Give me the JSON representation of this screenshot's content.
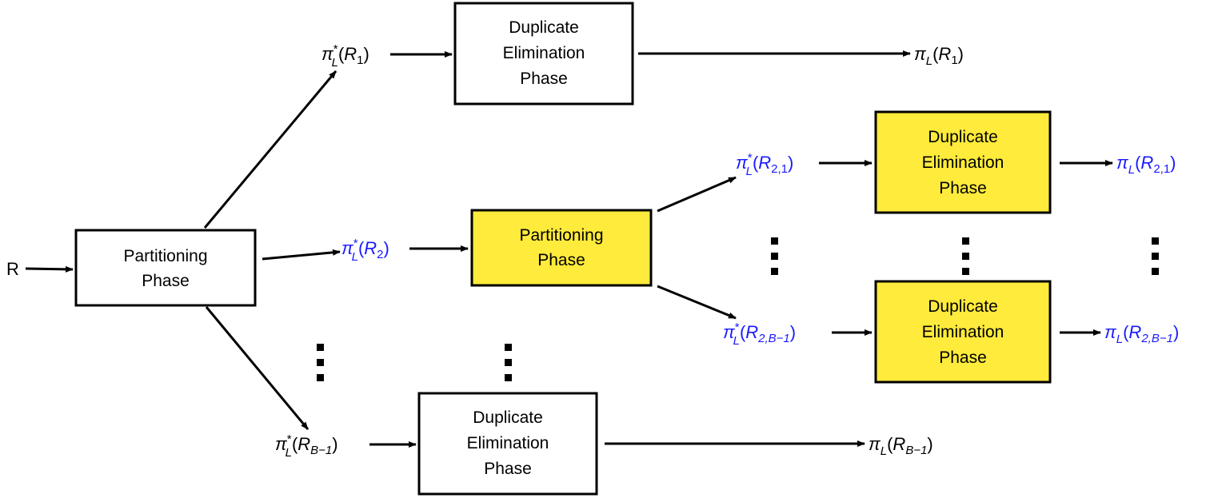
{
  "input_label": "R",
  "boxes": {
    "partition_root": [
      "Partitioning",
      "Phase"
    ],
    "dup_r1": [
      "Duplicate",
      "Elimination",
      "Phase"
    ],
    "partition_r2": [
      "Partitioning",
      "Phase"
    ],
    "dup_r21": [
      "Duplicate",
      "Elimination",
      "Phase"
    ],
    "dup_r2b": [
      "Duplicate",
      "Elimination",
      "Phase"
    ],
    "dup_rb": [
      "Duplicate",
      "Elimination",
      "Phase"
    ]
  },
  "labels": {
    "pistar_r1": {
      "sym": "π",
      "sup": "*",
      "sub": "L",
      "arg": "R",
      "argsub": "1"
    },
    "pi_r1": {
      "sym": "π",
      "sup": "",
      "sub": "L",
      "arg": "R",
      "argsub": "1"
    },
    "pistar_r2": {
      "sym": "π",
      "sup": "*",
      "sub": "L",
      "arg": "R",
      "argsub": "2"
    },
    "pistar_r21": {
      "sym": "π",
      "sup": "*",
      "sub": "L",
      "arg": "R",
      "argsub": "2,1"
    },
    "pi_r21": {
      "sym": "π",
      "sup": "",
      "sub": "L",
      "arg": "R",
      "argsub": "2,1"
    },
    "pistar_r2b": {
      "sym": "π",
      "sup": "*",
      "sub": "L",
      "arg": "R",
      "argsub": "2,B−1"
    },
    "pi_r2b": {
      "sym": "π",
      "sup": "",
      "sub": "L",
      "arg": "R",
      "argsub": "2,B−1"
    },
    "pistar_rb": {
      "sym": "π",
      "sup": "*",
      "sub": "L",
      "arg": "R",
      "argsub": "B−1"
    },
    "pi_rb": {
      "sym": "π",
      "sup": "",
      "sub": "L",
      "arg": "R",
      "argsub": "B−1"
    }
  },
  "colors": {
    "highlight_fill": "#ffeb3b",
    "blue_text": "#1a1aff",
    "line": "#000000"
  }
}
